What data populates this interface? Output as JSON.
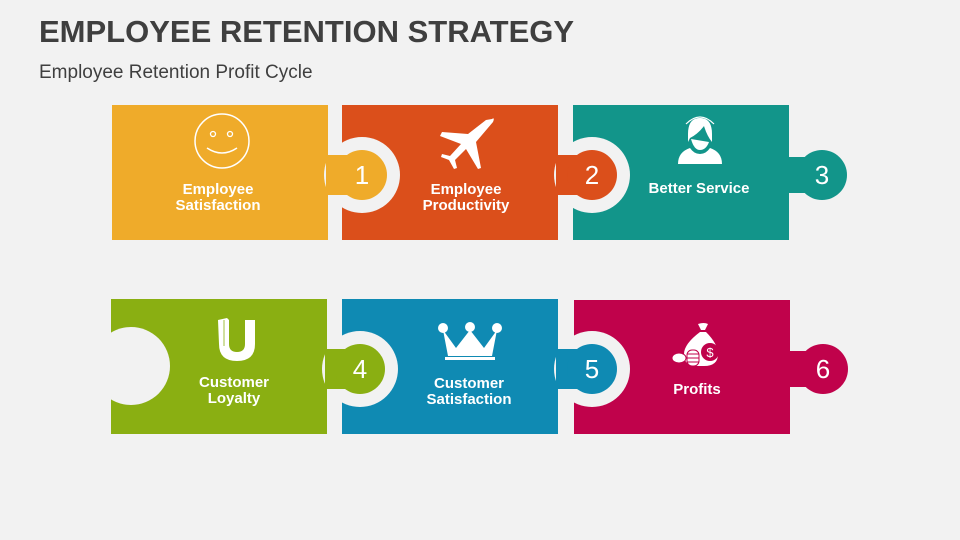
{
  "header": {
    "title": "EMPLOYEE RETENTION STRATEGY",
    "subtitle": "Employee Retention Profit Cycle"
  },
  "colors": {
    "background": "#f2f2f2",
    "text": "#3f3f3f",
    "step1": "#efab2a",
    "step2": "#db4f1b",
    "step3": "#12958a",
    "step4": "#8aaf12",
    "step5": "#0f8ab3",
    "step6": "#c0024b"
  },
  "steps": [
    {
      "number": "1",
      "line1": "Employee",
      "line2": "Satisfaction",
      "icon": "smiley-icon"
    },
    {
      "number": "2",
      "line1": "Employee",
      "line2": "Productivity",
      "icon": "airplane-icon"
    },
    {
      "number": "3",
      "line1": "Better Service",
      "line2": "",
      "icon": "support-agent-icon"
    },
    {
      "number": "4",
      "line1": "Customer",
      "line2": "Loyalty",
      "icon": "magnet-icon"
    },
    {
      "number": "5",
      "line1": "Customer",
      "line2": "Satisfaction",
      "icon": "crown-icon"
    },
    {
      "number": "6",
      "line1": "Profits",
      "line2": "",
      "icon": "money-bag-icon"
    }
  ]
}
